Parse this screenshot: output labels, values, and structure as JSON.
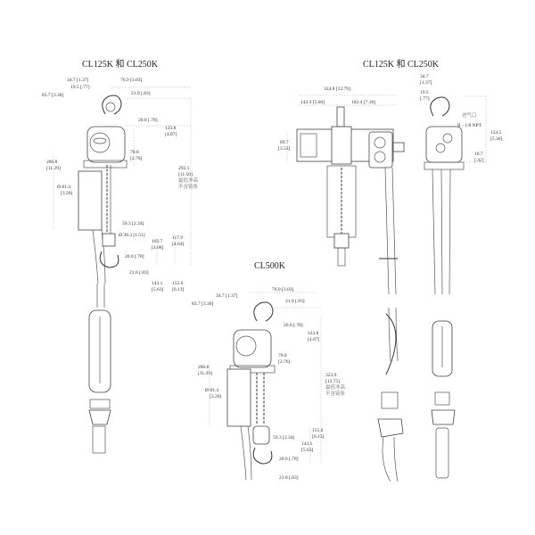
{
  "views": {
    "left": {
      "title": "CL125K 和 CL250K",
      "dims": {
        "d1": "34.7 [1.37]",
        "d2": "19.5 [.77]",
        "d3": "83.7 [3.30]",
        "d4": "76.9 [3.03]",
        "d5": "21.0 [.83]",
        "d6": "20.0 [.78]",
        "d7a": "123.8",
        "d7b": "[4.87]",
        "d8a": "70.0",
        "d8b": "[2.76]",
        "d9a": "286.8",
        "d9b": "[11.29]",
        "d10a": "Ø 81.4",
        "d10b": "[3.20]",
        "d11a": "292.1",
        "d11b": "[11.50]",
        "d12": "59.3 [2.34]",
        "d13": "Ø 38.3 [1.51]",
        "d14a": "103.7",
        "d14b": "[4.08]",
        "d15a": "117.9",
        "d15b": "[4.64]",
        "d16": "20.0 [.78]",
        "d17": "21.0 [.83]",
        "d18a": "143.1",
        "d18b": "[5.63]",
        "d19a": "155.6",
        "d19b": "[6.13]"
      },
      "note1": "最低净高",
      "note2": "不含链条"
    },
    "right": {
      "title": "CL125K 和 CL250K",
      "dims": {
        "r1": "324.8 [12.79]",
        "r2": "142.3 [5.60]",
        "r3": "182.4 [7.18]",
        "r4a": "89.7",
        "r4b": "[3.53]",
        "r5a": "34.7",
        "r5b": "[1.37]",
        "r6a": "19.5",
        "r6b": "[.77]",
        "r7a": "134.5",
        "r7b": "[5.30]",
        "r8a": "10.7",
        "r8b": "[.42]"
      },
      "port_label": "进气口",
      "port_spec": "R - 1/8 NPT"
    },
    "bottom": {
      "title": "CL500K",
      "dims": {
        "b1": "76.9 [3.03]",
        "b2": "34.7 [1.37]",
        "b3": "83.7 [3.30]",
        "b4": "21.0 [.83]",
        "b5": "20.0 [.78]",
        "b6a": "123.8",
        "b6b": "[4.87]",
        "b7a": "70.0",
        "b7b": "[2.76]",
        "b8a": "286.8",
        "b8b": "[11.29]",
        "b9a": "Ø 81.4",
        "b9b": "[3.20]",
        "b10a": "323.9",
        "b10b": "[12.75]",
        "b11a": "155.6",
        "b11b": "[6.13]",
        "b12": "59.3 [2.34]",
        "b13a": "143.1",
        "b13b": "[5.63]",
        "b14": "20.0 [.78]",
        "b15": "21.0 [.83]"
      },
      "note1": "最低净高",
      "note2": "不含链条"
    }
  }
}
